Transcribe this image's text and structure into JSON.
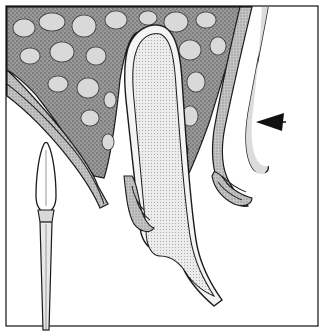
{
  "figure": {
    "background": "#ffffff",
    "ink": "#1a1a1a",
    "bone_fill": "#a9a9a9",
    "marrow_fill": "#d6d6d6",
    "tooth_fill": "#e2e2e2",
    "gum_fill": "#bdbdbd",
    "components": [
      "alveolar-bone",
      "tooth-root",
      "periodontal-ligament",
      "gingiva",
      "probe-instrument",
      "pointer-arrow"
    ]
  }
}
